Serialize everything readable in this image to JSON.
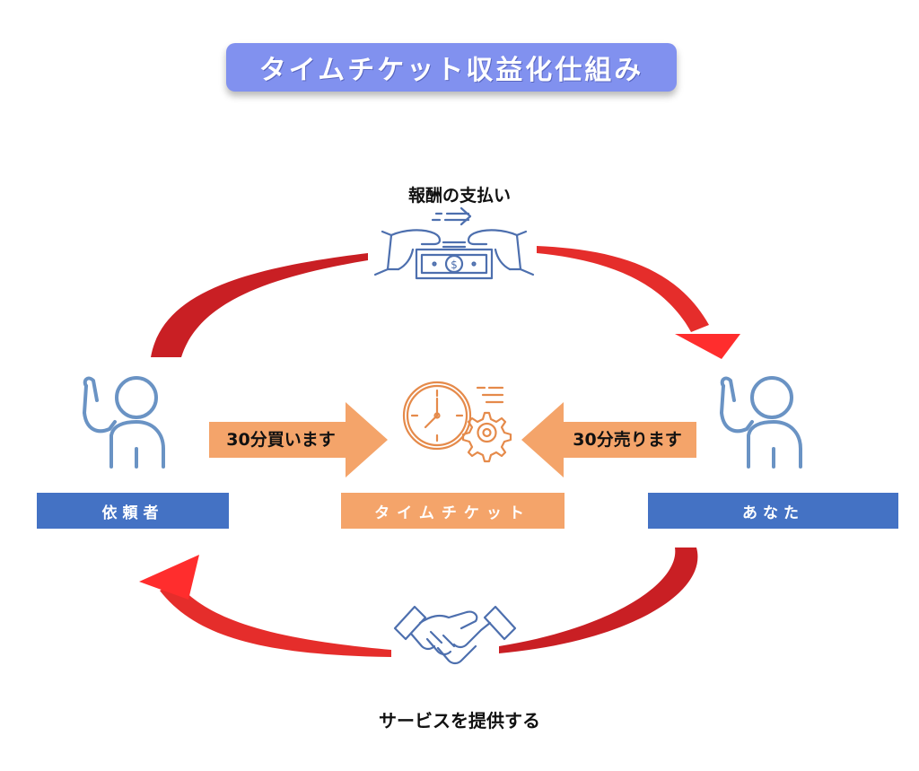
{
  "title": "タイムチケット収益化仕組み",
  "top_label": "報酬の支払い",
  "bottom_label": "サービスを提供する",
  "roles": {
    "left": "依頼者",
    "center": "タイムチケット",
    "right": "あなた"
  },
  "arrows": {
    "buy": "30分買います",
    "sell": "30分売ります"
  },
  "colors": {
    "title_bg": "#8191ef",
    "role_bar": "#4472c4",
    "ticket_bar": "#f4a46a",
    "block_arrow": "#f4a46a",
    "curve_arrow": "#e8312f",
    "person_icon": "#6a93c4",
    "money_icon": "#4d6fae",
    "clock_icon": "#e58a4a"
  },
  "icons": [
    "person-waving-icon",
    "money-exchange-icon",
    "clock-gear-icon",
    "handshake-icon"
  ]
}
